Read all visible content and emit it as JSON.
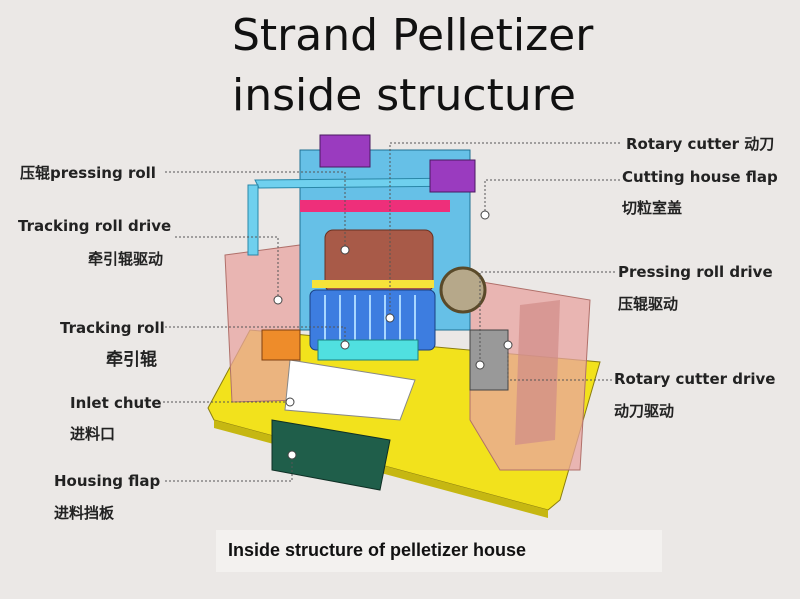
{
  "title": {
    "line1": "Strand Pelletizer",
    "line2": "inside structure"
  },
  "labels": {
    "pressing_roll": "压辊pressing roll",
    "tracking_roll_drive_en": "Tracking roll drive",
    "tracking_roll_drive_cn": "牵引辊驱动",
    "tracking_roll_en": "Tracking roll",
    "tracking_roll_cn": "牵引辊",
    "inlet_chute_en": "Inlet chute",
    "inlet_chute_cn": "进料口",
    "housing_flap_en": "Housing flap",
    "housing_flap_cn": "进料挡板",
    "rotary_cutter": "Rotary cutter 动刀",
    "cutting_house_flap_en": "Cutting house flap",
    "cutting_house_flap_cn": "切粒室盖",
    "pressing_roll_drive_en": "Pressing roll drive",
    "pressing_roll_drive_cn": "压辊驱动",
    "rotary_cutter_drive_en": "Rotary cutter drive",
    "rotary_cutter_drive_cn": "动刀驱动"
  },
  "caption": "Inside structure of pelletizer house"
}
